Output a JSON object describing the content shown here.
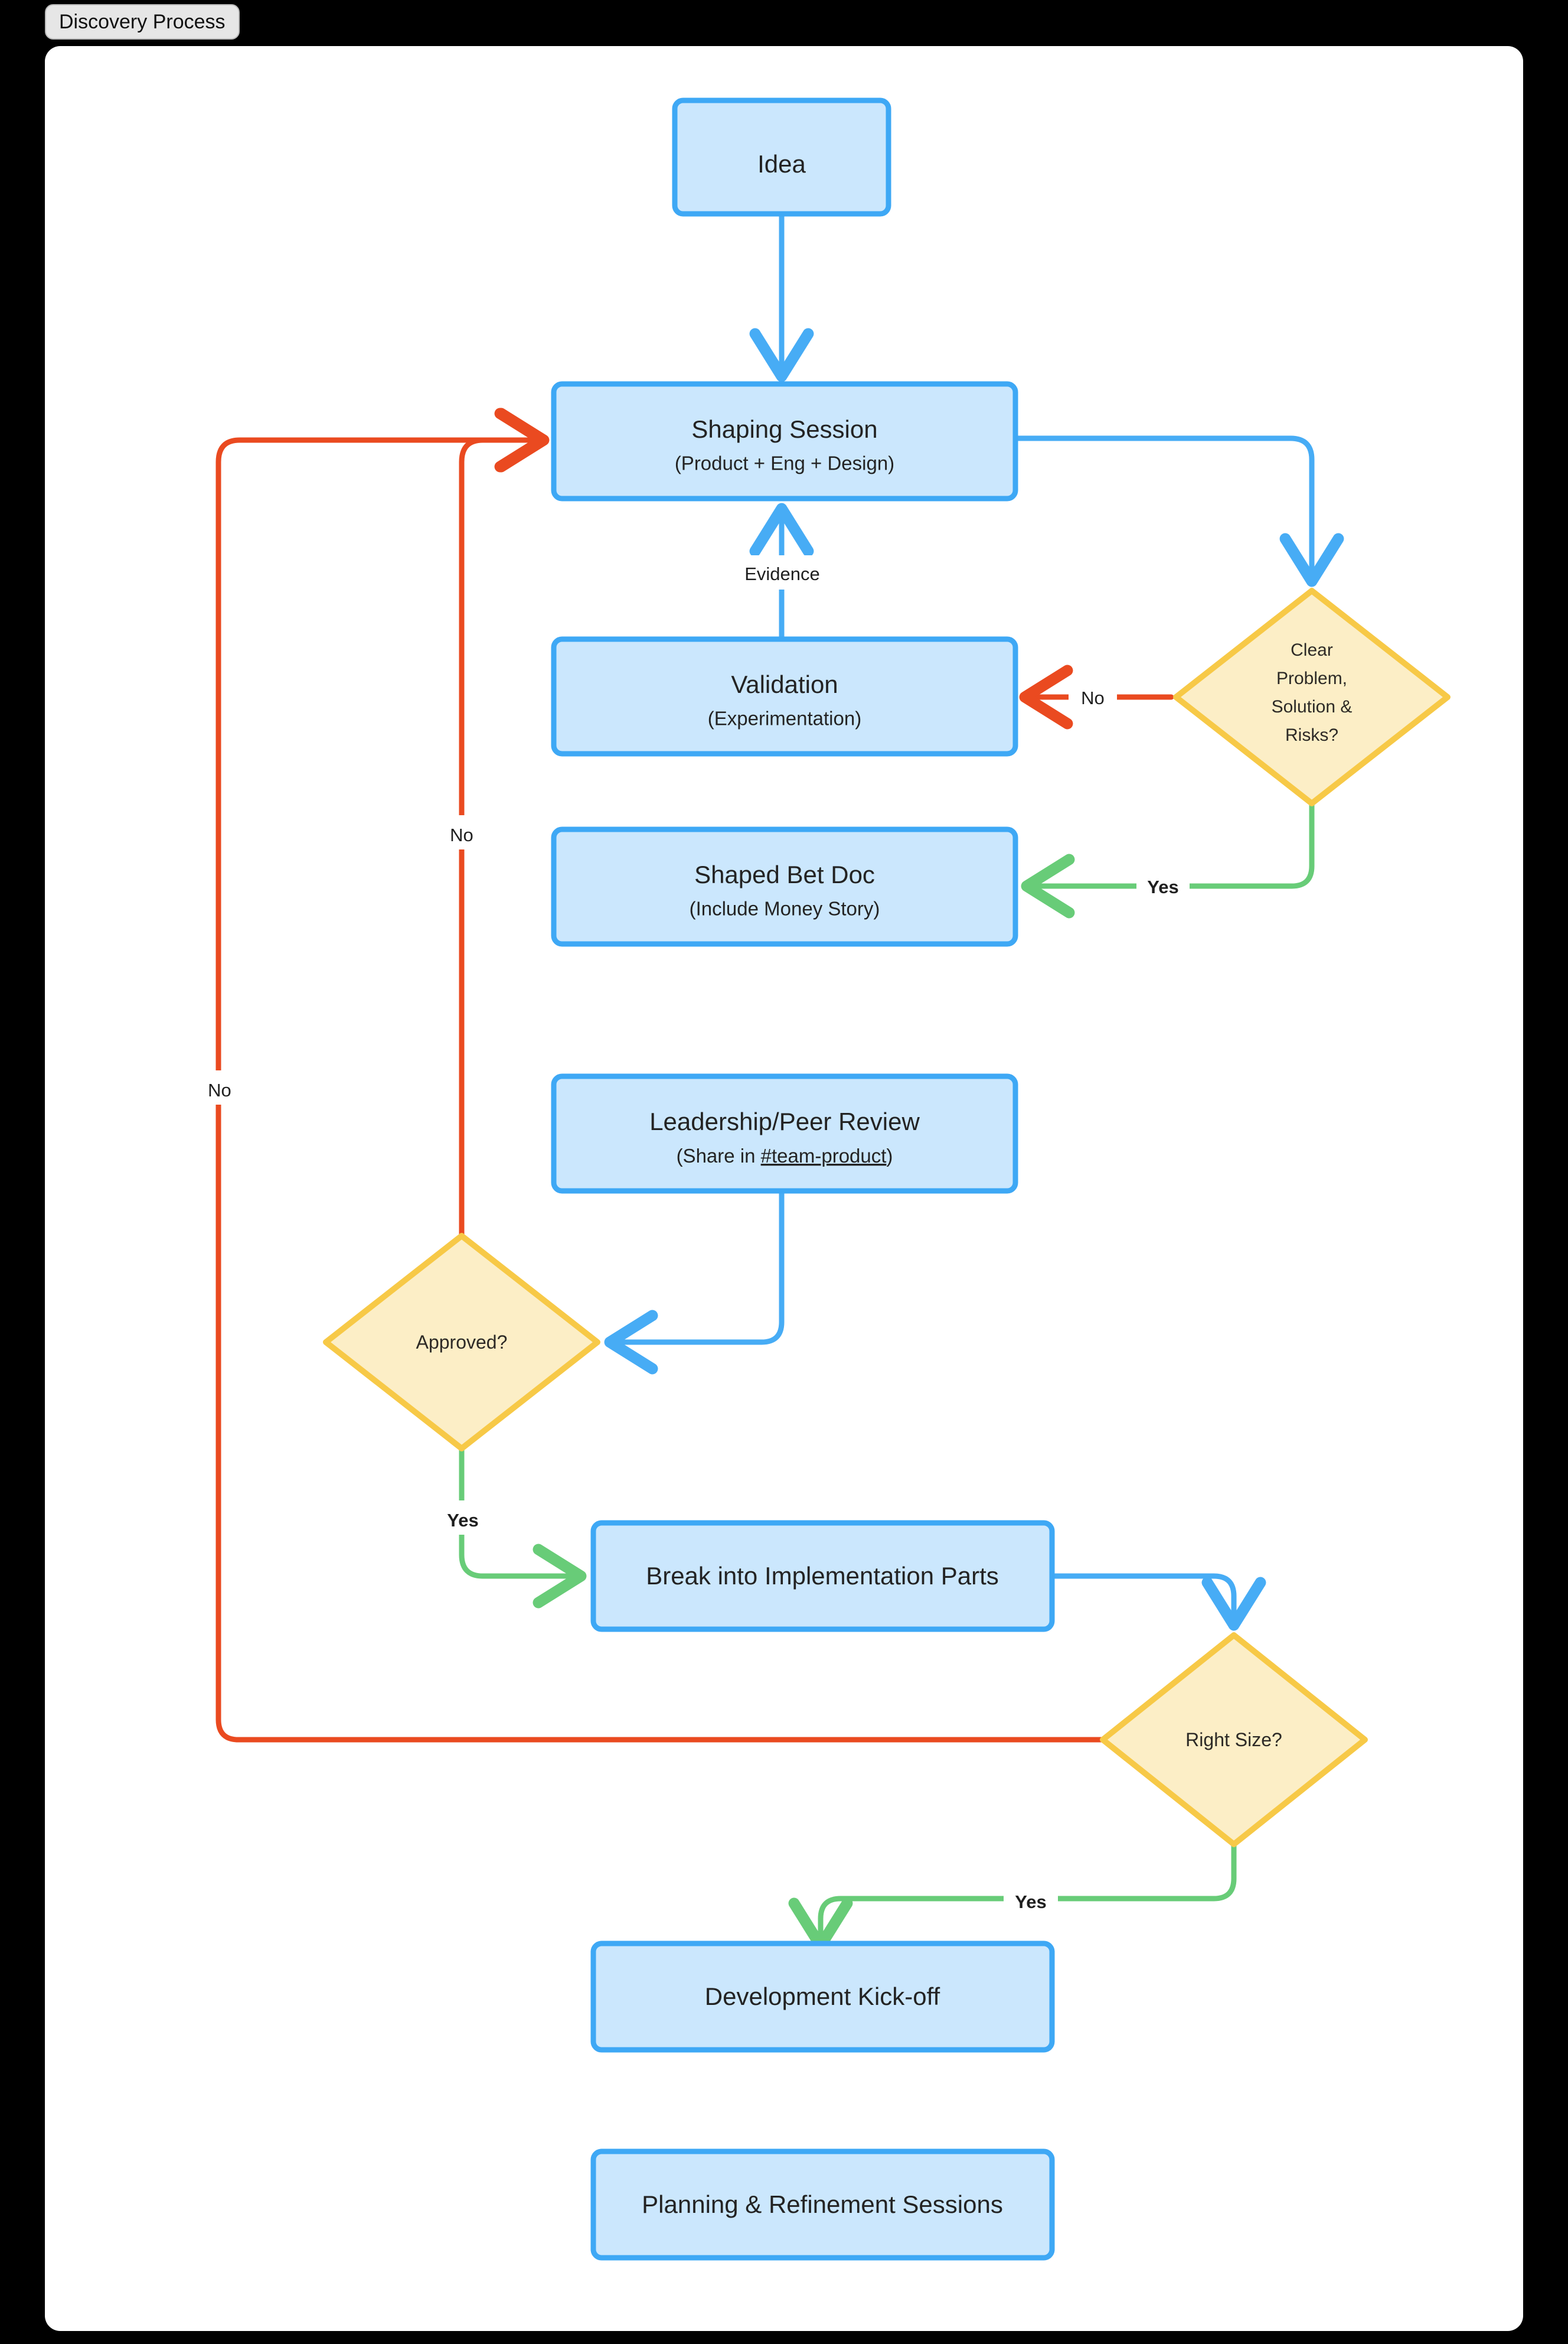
{
  "window": {
    "title": "Discovery Process",
    "background_color": "#000000",
    "canvas_color": "#ffffff",
    "tab_color": "#e6e6e6"
  },
  "palette": {
    "process_fill": "#cbe7fd",
    "process_stroke": "#3ea8f5",
    "decision_fill": "#fceec6",
    "decision_stroke": "#f7c947",
    "edge_blue": "#47acf5",
    "edge_red": "#ea4a20",
    "edge_green": "#68cc78",
    "text": "#232323"
  },
  "chart_data": {
    "type": "diagram",
    "diagram_type": "flowchart",
    "title": "Discovery Process",
    "orientation": "top-to-bottom",
    "nodes": [
      {
        "id": "idea",
        "shape": "process",
        "label": "Idea",
        "sublabel": ""
      },
      {
        "id": "shaping",
        "shape": "process",
        "label": "Shaping Session",
        "sublabel": "(Product + Eng + Design)"
      },
      {
        "id": "clear",
        "shape": "decision",
        "label": "Clear Problem, Solution & Risks?",
        "lines": [
          "Clear",
          "Problem,",
          "Solution &",
          "Risks?"
        ]
      },
      {
        "id": "validation",
        "shape": "process",
        "label": "Validation",
        "sublabel": "(Experimentation)"
      },
      {
        "id": "shapedbet",
        "shape": "process",
        "label": "Shaped Bet Doc",
        "sublabel": "(Include Money Story)"
      },
      {
        "id": "review",
        "shape": "process",
        "label": "Leadership/Peer Review",
        "sublabel": "(Share in #team-product)",
        "sublabel_prefix": "(Share in ",
        "sublabel_link": "#team-product",
        "sublabel_suffix": ")"
      },
      {
        "id": "approved",
        "shape": "decision",
        "label": "Approved?",
        "lines": [
          "Approved?"
        ]
      },
      {
        "id": "breakparts",
        "shape": "process",
        "label": "Break into Implementation Parts",
        "sublabel": ""
      },
      {
        "id": "rightsize",
        "shape": "decision",
        "label": "Right Size?",
        "lines": [
          "Right Size?"
        ]
      },
      {
        "id": "kickoff",
        "shape": "process",
        "label": "Development Kick-off",
        "sublabel": ""
      },
      {
        "id": "planning",
        "shape": "process",
        "label": "Planning & Refinement Sessions",
        "sublabel": ""
      }
    ],
    "edges": [
      {
        "from": "idea",
        "to": "shaping",
        "label": "",
        "color": "blue"
      },
      {
        "from": "shaping",
        "to": "clear",
        "label": "",
        "color": "blue"
      },
      {
        "from": "clear",
        "to": "validation",
        "label": "No",
        "color": "red"
      },
      {
        "from": "validation",
        "to": "shaping",
        "label": "Evidence",
        "color": "blue"
      },
      {
        "from": "clear",
        "to": "shapedbet",
        "label": "Yes",
        "color": "green"
      },
      {
        "from": "review",
        "to": "approved",
        "label": "",
        "color": "blue"
      },
      {
        "from": "approved",
        "to": "shaping",
        "label": "No",
        "color": "red"
      },
      {
        "from": "approved",
        "to": "breakparts",
        "label": "Yes",
        "color": "green"
      },
      {
        "from": "breakparts",
        "to": "rightsize",
        "label": "",
        "color": "blue"
      },
      {
        "from": "rightsize",
        "to": "shaping",
        "label": "No",
        "color": "red"
      },
      {
        "from": "rightsize",
        "to": "kickoff",
        "label": "Yes",
        "color": "green"
      }
    ],
    "edge_labels": {
      "clear_no": "No",
      "clear_yes": "Yes",
      "evidence": "Evidence",
      "approved_no": "No",
      "approved_yes": "Yes",
      "rightsize_no": "No",
      "rightsize_yes": "Yes"
    }
  }
}
